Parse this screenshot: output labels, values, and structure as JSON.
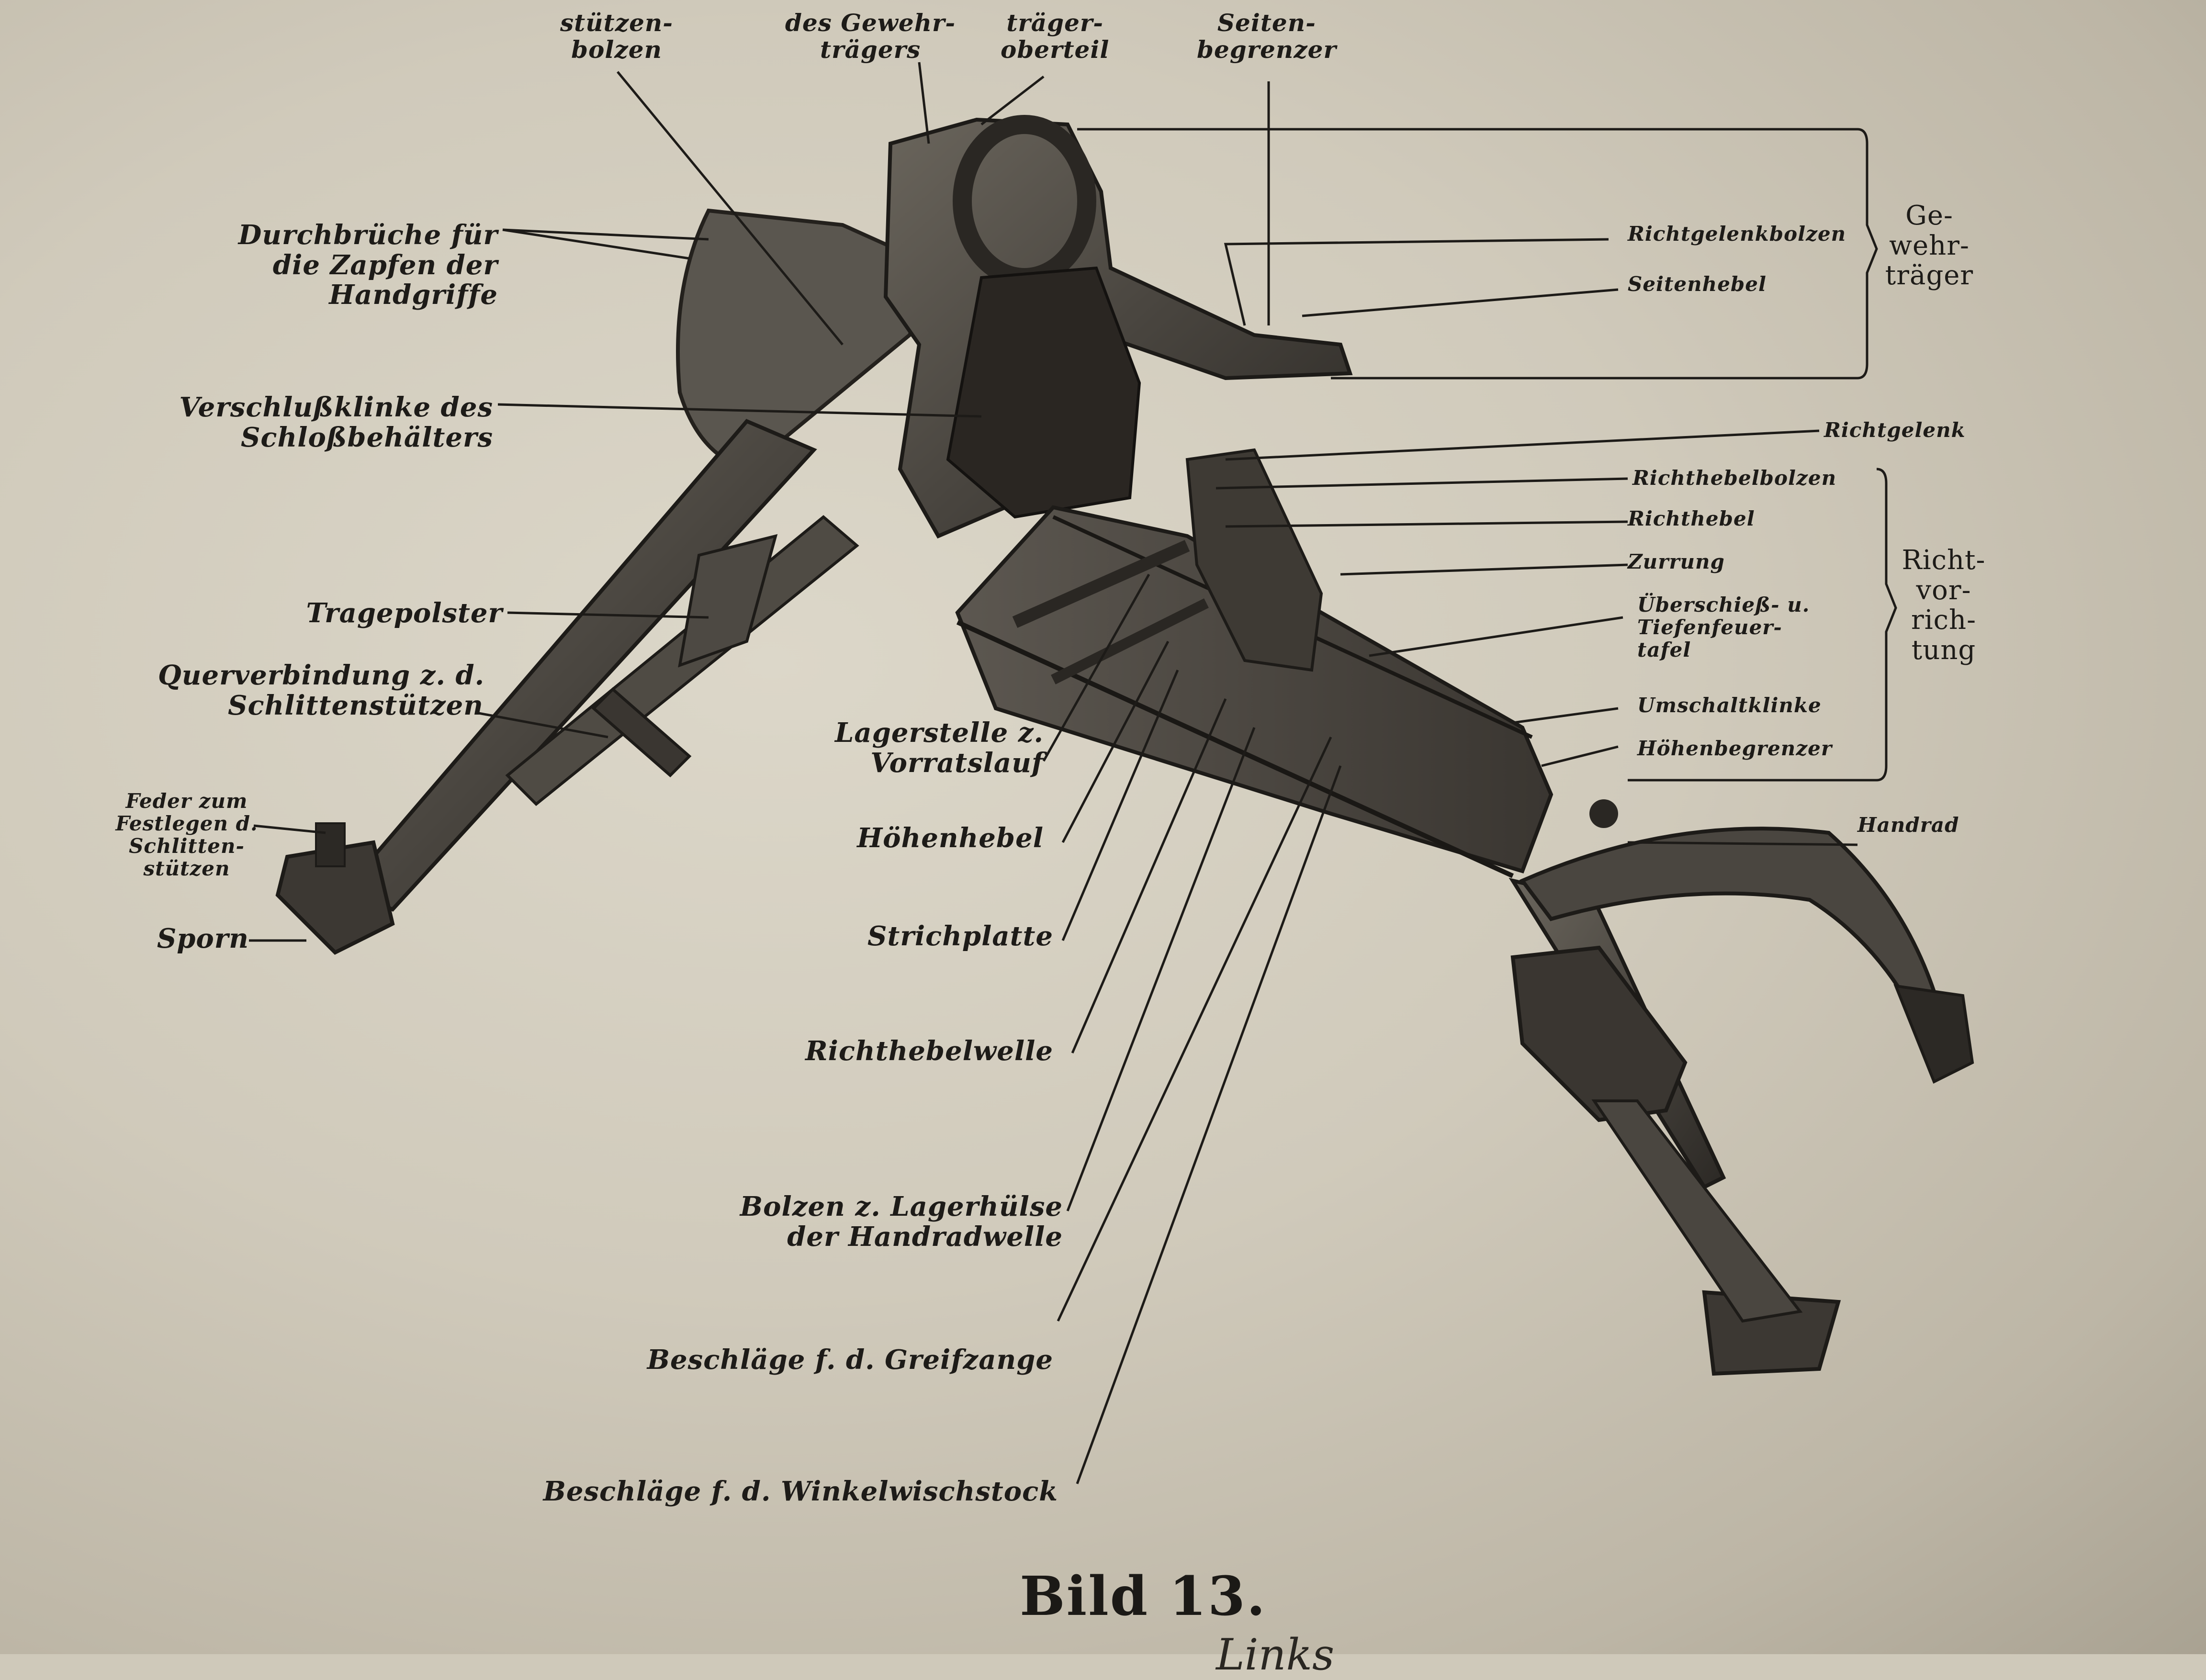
{
  "labels": {
    "stuetzenbolzen": [
      "stützen-",
      "bolzen"
    ],
    "gewehrtraeger_part": [
      "des Gewehr-",
      "trägers"
    ],
    "traegeroberteil": [
      "träger-",
      "oberteil"
    ],
    "seitenbegrenzer": [
      "Seiten-",
      "begrenzer"
    ],
    "durchbrueche": [
      "Durchbrüche für",
      "die Zapfen der",
      "Handgriffe"
    ],
    "verschlussklinke": [
      "Verschlußklinke des",
      "Schloßbehälters"
    ],
    "tragepolster": [
      "Tragepolster"
    ],
    "querverbindung": [
      "Querverbindung z. d.",
      "Schlittenstützen"
    ],
    "feder": [
      "Feder zum",
      "Festlegen d.",
      "Schlitten-",
      "stützen"
    ],
    "sporn": [
      "Sporn"
    ],
    "richtgelenkbolzen": [
      "Richtgelenkbolzen"
    ],
    "seitenhebel": [
      "Seitenhebel"
    ],
    "gewehrtraeger_group": [
      "Ge-",
      "wehr-",
      "träger"
    ],
    "richtgelenk": [
      "Richtgelenk"
    ],
    "richthebelbolzen": [
      "Richthebelbolzen"
    ],
    "richthebel": [
      "Richthebel"
    ],
    "zurrung": [
      "Zurrung"
    ],
    "ueberschiess": [
      "Überschieß- u.",
      "Tiefenfeuer-",
      "tafel"
    ],
    "richtvorrichtung_group": [
      "Richt-",
      "vor-",
      "rich-",
      "tung"
    ],
    "umschaltklinke": [
      "Umschaltklinke"
    ],
    "hoehenbegrenzer": [
      "Höhenbegrenzer"
    ],
    "handrad": [
      "Handrad"
    ],
    "lagerstelle": [
      "Lagerstelle z.",
      "Vorratslauf"
    ],
    "hoehenhebel": [
      "Höhenhebel"
    ],
    "strichplatte": [
      "Strichplatte"
    ],
    "richthebelwelle": [
      "Richthebelwelle"
    ],
    "bolzen_lagerhuelse": [
      "Bolzen z. Lagerhülse",
      "der Handradwelle"
    ],
    "beschlaege_greifzange": [
      "Beschläge f. d. Greifzange"
    ],
    "beschlaege_winkel": [
      "Beschläge f. d. Winkelwischstock"
    ]
  },
  "caption": "Bild 13.",
  "caption_continuation": "Links",
  "colors": {
    "paper": "#d0cabb",
    "ink": "#1d1b18",
    "metal": "#4a4640",
    "metal_dark": "#25221e"
  }
}
